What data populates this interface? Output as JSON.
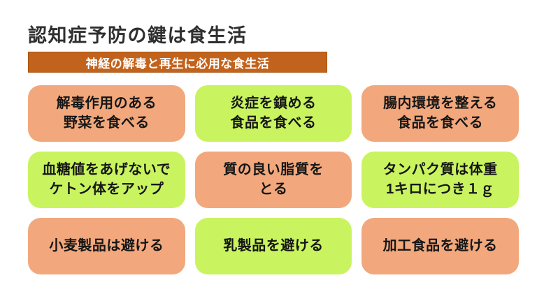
{
  "slide": {
    "title": "認知症予防の鍵は食生活",
    "banner": "神経の解毒と再生に必用な食生活",
    "cells": [
      {
        "text": "解毒作用のある\n野菜を食べる",
        "color": "salmon"
      },
      {
        "text": "炎症を鎮める\n食品を食べる",
        "color": "green"
      },
      {
        "text": "腸内環境を整える\n食品を食べる",
        "color": "salmon"
      },
      {
        "text": "血糖値をあげないで\nケトン体をアップ",
        "color": "green"
      },
      {
        "text": "質の良い脂質を\nとる",
        "color": "salmon"
      },
      {
        "text": "タンパク質は体重\n1キロにつき１ｇ",
        "color": "green"
      },
      {
        "text": "小麦製品は避ける",
        "color": "salmon"
      },
      {
        "text": "乳製品を避ける",
        "color": "green"
      },
      {
        "text": "加工食品を避ける",
        "color": "salmon"
      }
    ]
  },
  "colors": {
    "salmon": "#F2A87C",
    "green": "#C9F45F",
    "banner_bg": "#C2631D",
    "banner_border": "#A8540F",
    "banner_text": "#FFFFFF",
    "title_text": "#2F2F2F",
    "cell_text": "#161616",
    "background": "#FFFFFF"
  }
}
